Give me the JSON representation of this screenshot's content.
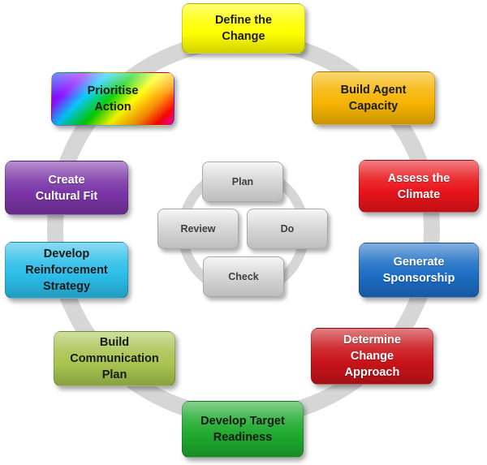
{
  "outer_cycle": [
    {
      "label": "Define the\nChange",
      "color": "#ffff00"
    },
    {
      "label": "Build Agent\nCapacity",
      "color": "#f6b400"
    },
    {
      "label": "Assess the\nClimate",
      "color": "#e8141a"
    },
    {
      "label": "Generate\nSponsorship",
      "color": "#1c6dc4"
    },
    {
      "label": "Determine\nChange\nApproach",
      "color": "#c9141a"
    },
    {
      "label": "Develop Target\nReadiness",
      "color": "#1faa2e"
    },
    {
      "label": "Build\nCommunication\nPlan",
      "color": "#a7c450"
    },
    {
      "label": "Develop\nReinforcement\nStrategy",
      "color": "#2bbde8"
    },
    {
      "label": "Create\nCultural Fit",
      "color": "#7a35a6"
    },
    {
      "label": "Prioritise\nAction",
      "color": "rainbow"
    }
  ],
  "inner_cycle": [
    {
      "label": "Plan"
    },
    {
      "label": "Do"
    },
    {
      "label": "Check"
    },
    {
      "label": "Review"
    }
  ],
  "colors": {
    "ring": "#d9d9d9",
    "inner_box": "#d0d0d0"
  }
}
